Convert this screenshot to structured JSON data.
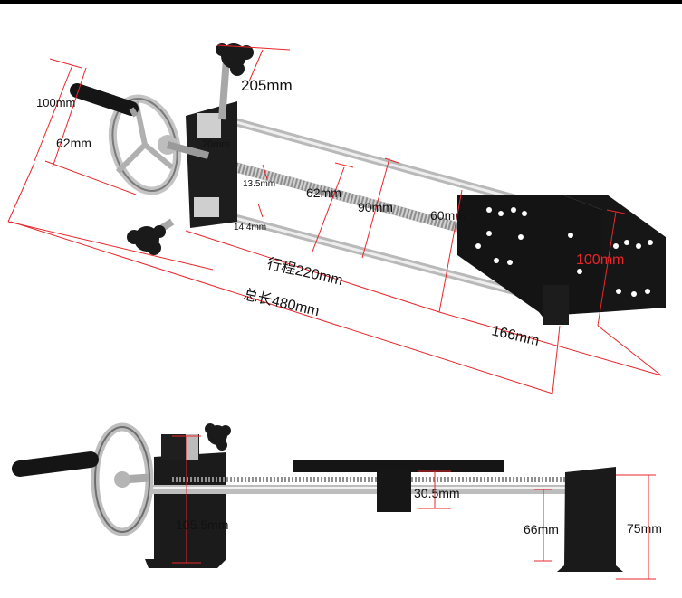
{
  "colors": {
    "dimension_line": "#e8262a",
    "metal_dark": "#1b1b1b",
    "steel": "#c9c9c9",
    "background": "#ffffff"
  },
  "top_view": {
    "handle_span": "100mm",
    "handwheel_offset": "62mm",
    "knob_span": "205mm",
    "clamp_width": "20mm",
    "screw_upper": "13.5mm",
    "screw_lower": "14.4mm",
    "rod_spacing": "62mm",
    "carriage_span": "90mm",
    "plate_width": "60mm",
    "plate_length": "100mm",
    "travel": "行程220mm",
    "total_length": "总长480mm",
    "plate_offset": "166mm"
  },
  "side_view": {
    "left_block_height": "105.5mm",
    "carriage_height": "30.5mm",
    "rod_height": "66mm",
    "right_block_height": "75mm"
  }
}
